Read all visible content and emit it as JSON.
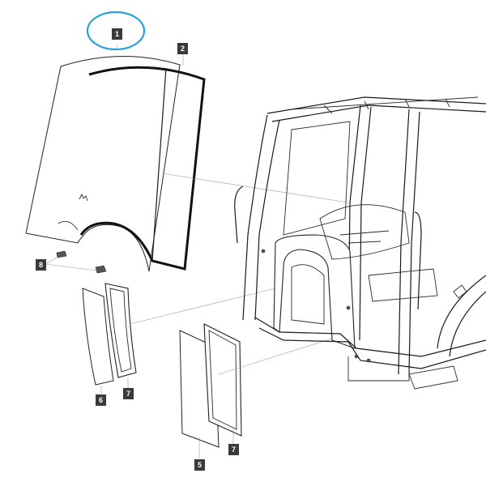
{
  "highlight_color": "#2a9fd6",
  "callouts": {
    "c1": "1",
    "c2": "2",
    "c8": "8",
    "c6": "6",
    "c7a": "7",
    "c5": "5",
    "c7b": "7"
  }
}
